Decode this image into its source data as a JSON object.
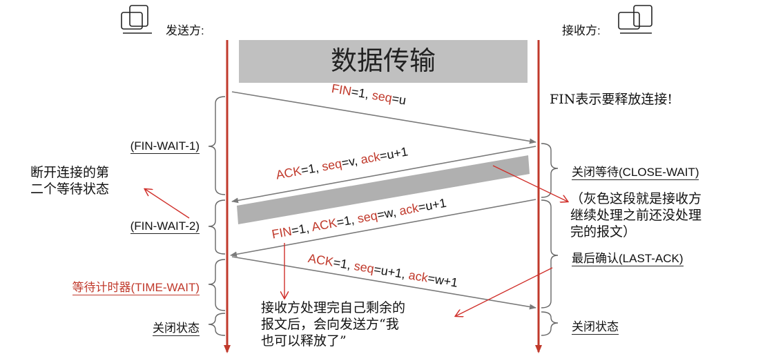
{
  "sender": {
    "label": "发送方:",
    "icon": "computer-icon"
  },
  "receiver": {
    "label": "接收方:",
    "icon": "computer-icon"
  },
  "banner": "数据传输",
  "receiver_note": "FIN表示要释放连接!",
  "messages": {
    "m1": {
      "k1": "FIN",
      "v1": "=1, ",
      "k2": "seq",
      "v2": "=u"
    },
    "m2": {
      "k1": "ACK",
      "v1": "=1, ",
      "k2": "seq",
      "v2": "=v, ",
      "k3": "ack",
      "v3": "=u+1"
    },
    "m3": {
      "k1": "FIN",
      "v1": "=1, ",
      "k2": "ACK",
      "v2": "=1, ",
      "k3": "seq",
      "v3": "=w, ",
      "k4": "ack",
      "v4": "=u+1"
    },
    "m4": {
      "k1": "ACK",
      "v1": "=1, ",
      "k2": "seq",
      "v2": "=u+1, ",
      "k3": "ack",
      "v3": "=w+1"
    }
  },
  "sender_states": {
    "fin_wait_1": "(FIN-WAIT-1)",
    "fin_wait_2": "(FIN-WAIT-2)",
    "time_wait": "等待计时器(TIME-WAIT)",
    "closed": "关闭状态"
  },
  "receiver_states": {
    "close_wait": "关闭等待(CLOSE-WAIT)",
    "last_ack": "最后确认(LAST-ACK)",
    "closed": "关闭状态"
  },
  "annotations": {
    "second_wait": "断开连接的第\n二个等待状态",
    "gray_segment": "（灰色这段就是接收方\n继续处理之前还没处理\n完的报文）",
    "receiver_done": "接收方处理完自己剩余的\n报文后，会向发送方“我\n也可以释放了”"
  },
  "colors": {
    "timeline": "#c0392b",
    "arrow": "#7a7a7a",
    "gray_bar": "#b0b0b0",
    "key_text": "#c0392b",
    "annot_arrow": "#d0302b"
  }
}
